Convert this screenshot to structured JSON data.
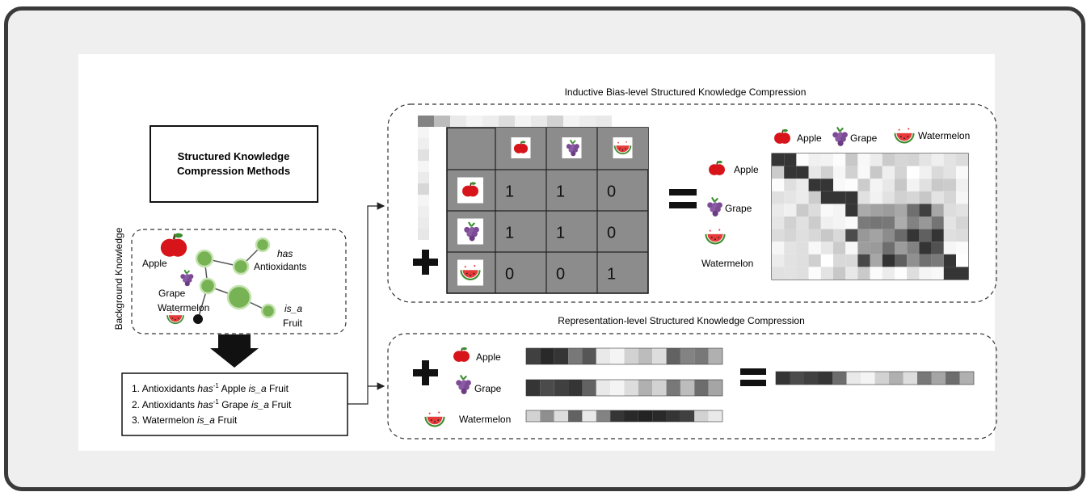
{
  "methods_box": {
    "line1": "Structured Knowledge",
    "line2": "Compression Methods"
  },
  "background": {
    "label": "Background Knowledge",
    "nodes": {
      "apple": "Apple",
      "grape": "Grape",
      "watermelon": "Watermelon",
      "has": "has",
      "antioxidants": "Antioxidants",
      "is_a": "is_a",
      "fruit": "Fruit"
    }
  },
  "rules": [
    {
      "n": "1.",
      "a": "Antioxidants",
      "rel": "has",
      "sup": "-1",
      "b": "Apple",
      "rel2": "is_a",
      "c": "Fruit"
    },
    {
      "n": "2.",
      "a": "Antioxidants",
      "rel": "has",
      "sup": "-1",
      "b": "Grape",
      "rel2": "is_a",
      "c": "Fruit"
    },
    {
      "n": "3.",
      "a": "Watermelon",
      "rel2": "is_a",
      "c": "Fruit"
    }
  ],
  "inductive": {
    "title": "Inductive Bias-level Structured Knowledge Compression",
    "matrix": [
      [
        "1",
        "1",
        "0"
      ],
      [
        "1",
        "1",
        "0"
      ],
      [
        "0",
        "0",
        "1"
      ]
    ],
    "legend": {
      "apple": "Apple",
      "grape": "Grape",
      "watermelon": "Watermelon"
    },
    "row_labels": {
      "apple": "Apple",
      "grape": "Grape",
      "watermelon": "Watermelon"
    }
  },
  "representation": {
    "title": "Representation-level Structured Knowledge Compression",
    "labels": {
      "apple": "Apple",
      "grape": "Grape",
      "watermelon": "Watermelon"
    }
  },
  "colors": {
    "frame": "#3a3a3a",
    "node_fill": "#77b255",
    "node_stroke": "#c5e3b0",
    "matrix_grey": "#8c8c8c",
    "apple_red": "#d7141a",
    "grape_purple": "#7b4b94",
    "melon_green": "#3c8d2f"
  }
}
